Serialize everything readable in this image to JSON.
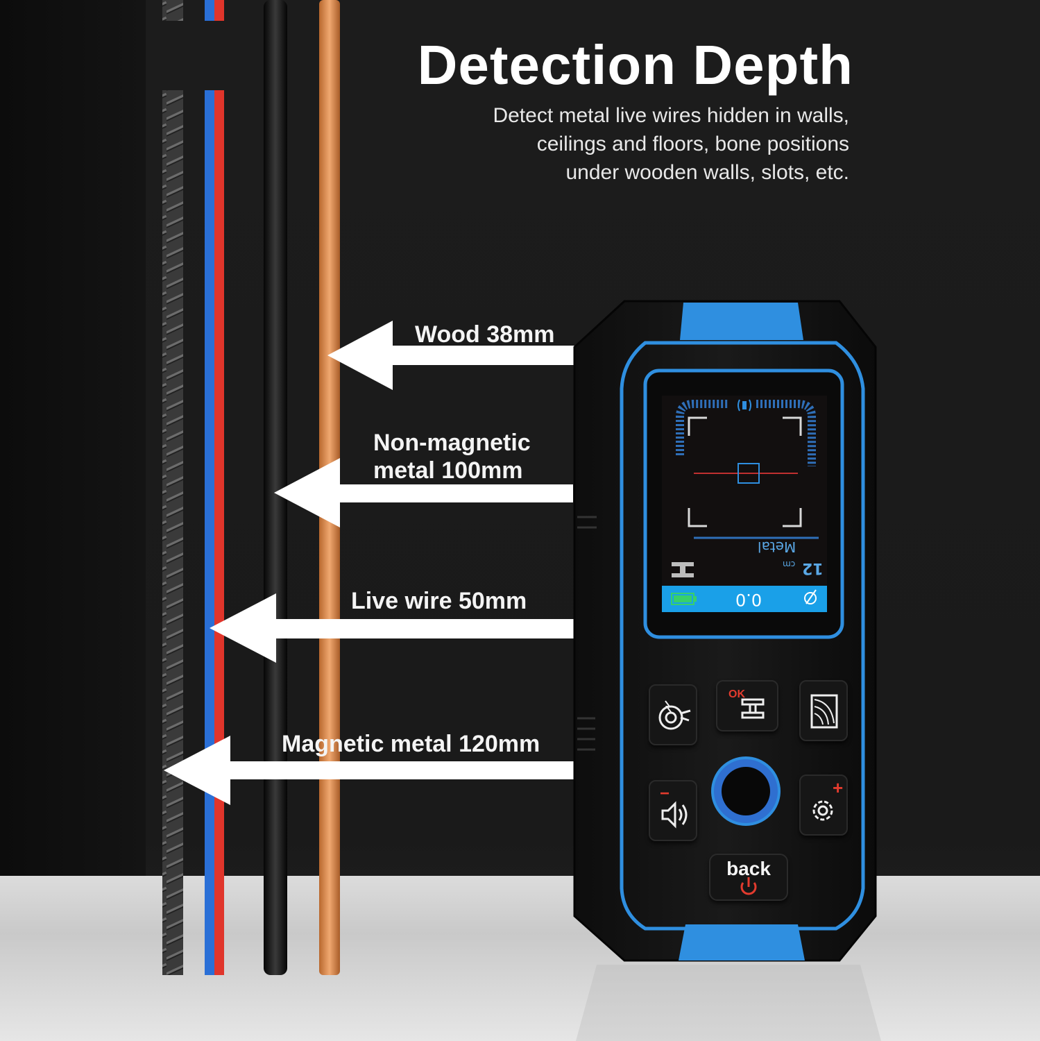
{
  "header": {
    "title": "Detection Depth",
    "subtitle_lines": [
      "Detect metal live wires hidden in walls,",
      "ceilings and floors, bone positions",
      "under wooden walls, slots, etc."
    ]
  },
  "arrows": [
    {
      "label_lines": [
        "Wood 38mm"
      ]
    },
    {
      "label_lines": [
        "Non-magnetic",
        "metal 100mm"
      ]
    },
    {
      "label_lines": [
        "Live wire 50mm"
      ]
    },
    {
      "label_lines": [
        "Magnetic metal 120mm"
      ]
    }
  ],
  "device": {
    "screen": {
      "depth_value": "12",
      "depth_unit": "cm",
      "mode_label": "Metal",
      "status_value": "0.0",
      "colors": {
        "accent": "#2f8fe0",
        "status_bar": "#1aa0e8",
        "battery": "#38d06a"
      }
    },
    "buttons": {
      "ok_label": "OK",
      "minus_label": "−",
      "plus_label": "+",
      "back_label": "back"
    },
    "icons": [
      "metal-mode-icon",
      "ibeam-icon",
      "wood-mode-icon",
      "speaker-icon",
      "gear-icon",
      "power-icon",
      "battery-icon",
      "live-wire-icon"
    ]
  },
  "colors": {
    "background": "#1a1a1a",
    "device_accent": "#2f8fe0",
    "red_accent": "#e23b2e",
    "copper": "#d98a4a"
  }
}
